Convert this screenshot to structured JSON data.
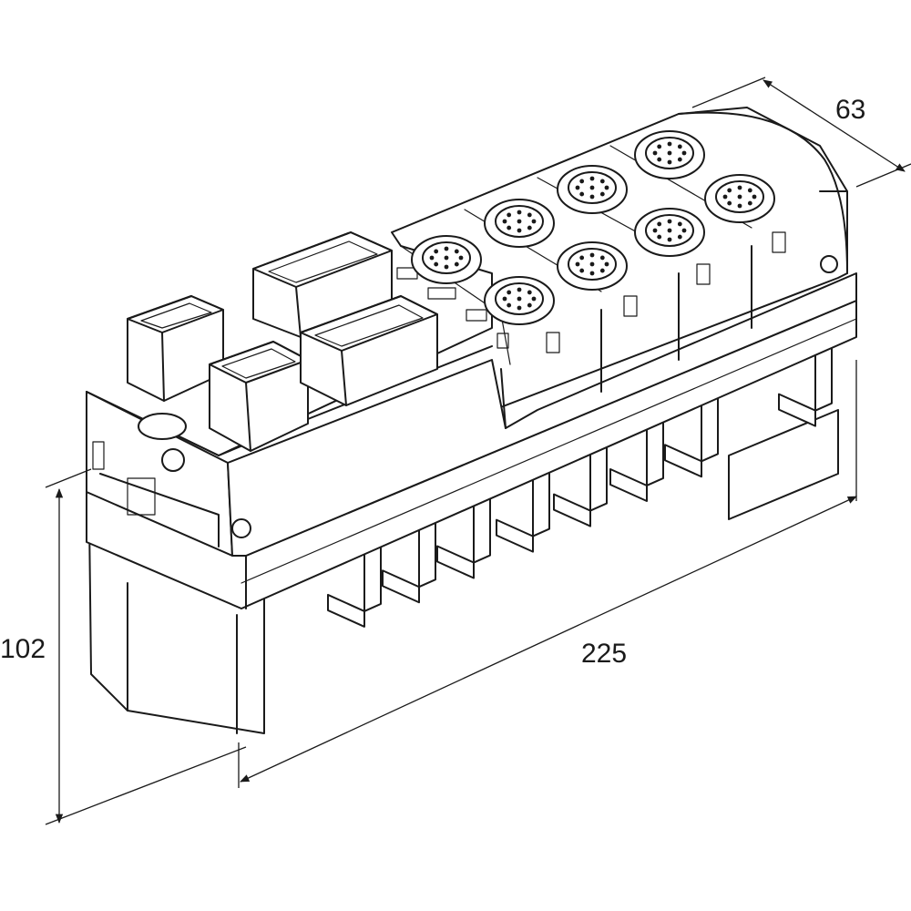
{
  "dimensions": {
    "height": {
      "label": "102"
    },
    "length": {
      "label": "225"
    },
    "depth": {
      "label": "63"
    }
  },
  "ports": {
    "m12_count": 8,
    "rect_count": 4
  },
  "colors": {
    "line": "#1a1a1a",
    "background": "#ffffff"
  }
}
